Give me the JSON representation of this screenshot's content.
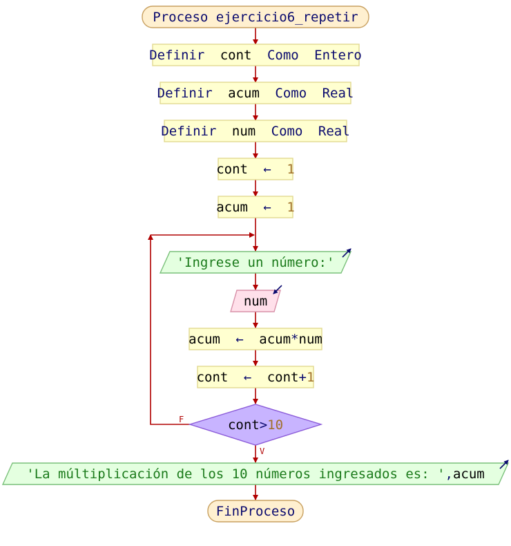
{
  "colors": {
    "arrow": "#b00000",
    "box_fill": "#ffffd0",
    "box_stroke": "#e0d890",
    "terminal_fill": "#fff0d0",
    "terminal_stroke": "#c8a060",
    "io_out_fill": "#e4ffe0",
    "io_out_stroke": "#7ac07a",
    "io_in_fill": "#ffe0ea",
    "io_in_stroke": "#d890a8",
    "decision_fill": "#c8b4ff",
    "decision_stroke": "#8a5ad8",
    "keyword": "#0a0a6e",
    "variable": "#000000",
    "number": "#a0702a",
    "string": "#1a7a1a",
    "operator": "#0a0a6e",
    "io_icon": "#0a0a6e"
  },
  "flowchart": {
    "start": {
      "label": "Proceso ejercicio6_repetir"
    },
    "def_cont": {
      "kw1": "Definir",
      "var": "cont",
      "kw2": "Como",
      "type": "Entero"
    },
    "def_acum": {
      "kw1": "Definir",
      "var": "acum",
      "kw2": "Como",
      "type": "Real"
    },
    "def_num": {
      "kw1": "Definir",
      "var": "num",
      "kw2": "Como",
      "type": "Real"
    },
    "assign_cont": {
      "var": "cont",
      "op": "←",
      "value": "1"
    },
    "assign_acum": {
      "var": "acum",
      "op": "←",
      "value": "1"
    },
    "print_prompt": {
      "text": "'Ingrese un número:'"
    },
    "read_num": {
      "var": "num"
    },
    "acum_update": {
      "var": "acum",
      "op": "←",
      "expr_a": "acum",
      "expr_op": "*",
      "expr_b": "num"
    },
    "cont_update": {
      "var": "cont",
      "op": "←",
      "expr_a": "cont",
      "expr_op": "+",
      "expr_b": "1"
    },
    "condition": {
      "var": "cont",
      "op": ">",
      "value": "10",
      "false_label": "F",
      "true_label": "V"
    },
    "print_result": {
      "text": "'La múltiplicación de los 10 números ingresados es: '",
      "sep": ",",
      "var": "acum"
    },
    "end": {
      "label": "FinProceso"
    }
  }
}
